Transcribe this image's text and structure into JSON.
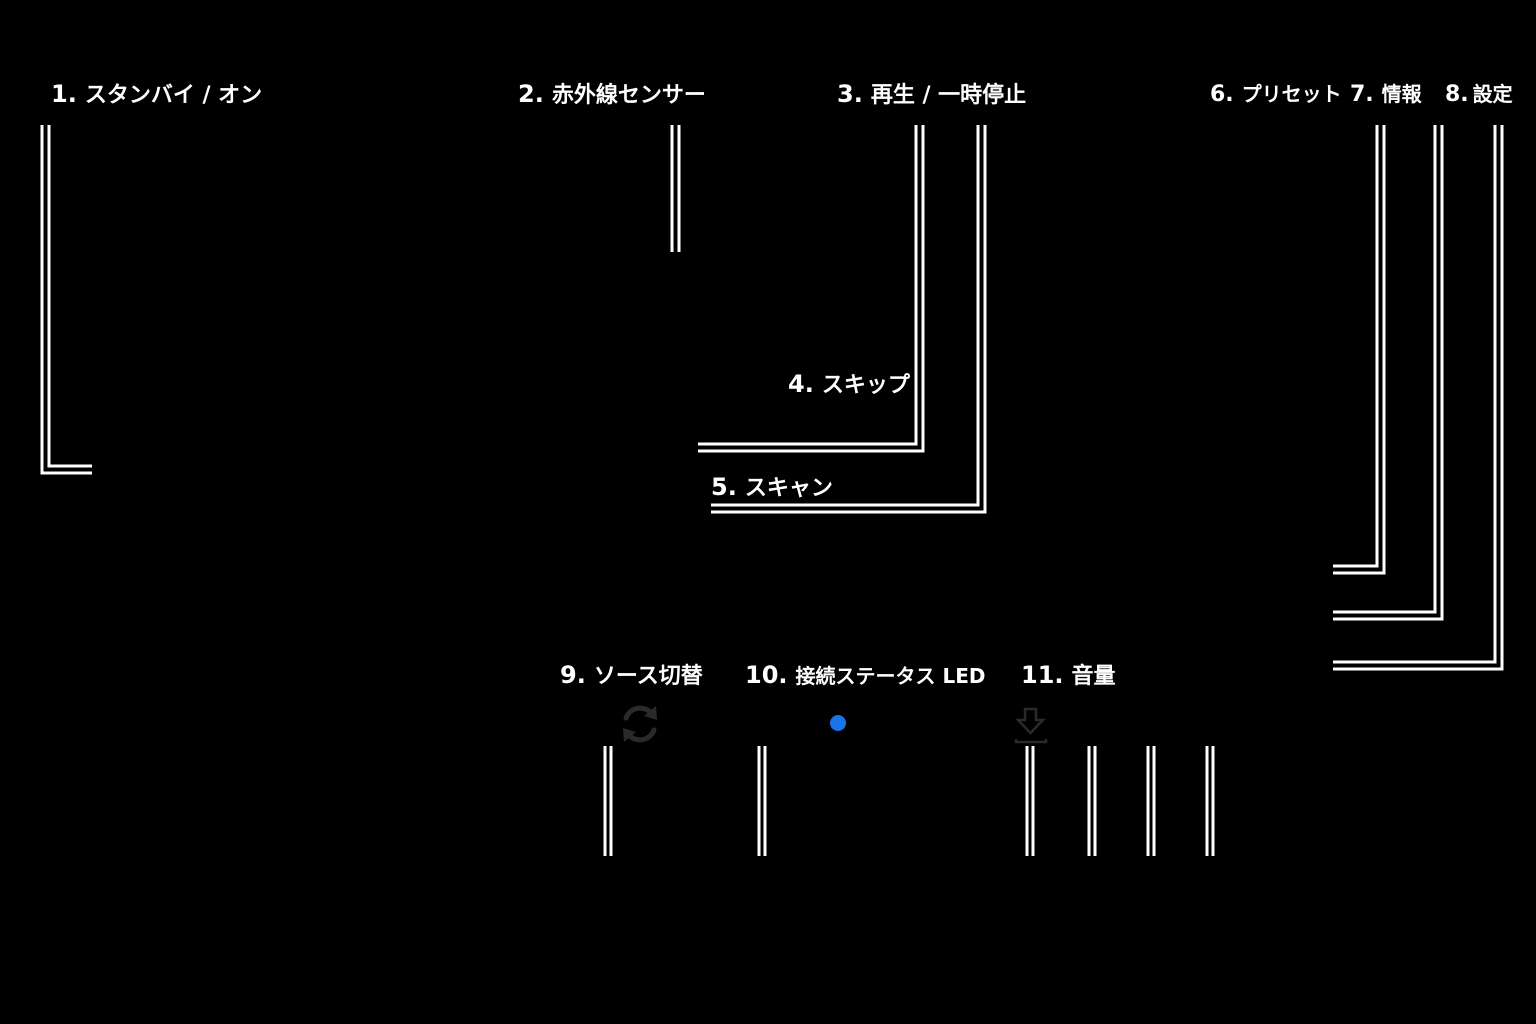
{
  "labels": {
    "standby": {
      "num": "1.",
      "text": "スタンバイ / オン"
    },
    "ir_sensor": {
      "num": "2.",
      "text": "赤外線センサー"
    },
    "play": {
      "num": "3.",
      "text": "再生 / 一時停止"
    },
    "skip": {
      "num": "4.",
      "text": "スキップ"
    },
    "scan": {
      "num": "5.",
      "text": "スキャン"
    },
    "preset": {
      "num": "6.",
      "text": "プリセット"
    },
    "info": {
      "num": "7.",
      "text": "情報"
    },
    "settings": {
      "num": "8.",
      "text": "設定"
    },
    "source": {
      "num": "9.",
      "text": "ソース切替"
    },
    "led": {
      "num": "10.",
      "text": "接続ステータス LED"
    },
    "volume": {
      "num": "11.",
      "text": "音量"
    }
  },
  "icons": {
    "source": "refresh-icon",
    "led": "led-dot",
    "volume": "download-arrow-icon"
  },
  "colors": {
    "background": "#000000",
    "line": "#ffffff",
    "led": "#1a73e8",
    "icon": "#2a2a2a"
  }
}
